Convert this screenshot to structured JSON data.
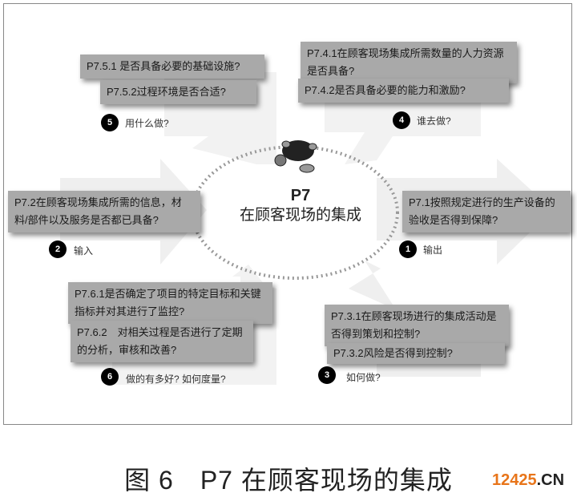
{
  "center": {
    "code": "P7",
    "title": "在顾客现场的集成"
  },
  "steps": [
    {
      "num": "1",
      "label": "输出",
      "items": [
        "P7.1按照规定进行的生产设备的验收是否得到保障?"
      ]
    },
    {
      "num": "2",
      "label": "输入",
      "items": [
        "P7.2在顾客现场集成所需的信息，材料/部件以及服务是否都已具备?"
      ]
    },
    {
      "num": "3",
      "label": "如何做?",
      "items": [
        "P7.3.1在顾客现场进行的集成活动是否得到策划和控制?",
        "P7.3.2风险是否得到控制?"
      ]
    },
    {
      "num": "4",
      "label": "谁去做?",
      "items": [
        "P7.4.1在顾客现场集成所需数量的人力资源是否具备?",
        "P7.4.2是否具备必要的能力和激励?"
      ]
    },
    {
      "num": "5",
      "label": "用什么做?",
      "items": [
        "P7.5.1 是否具备必要的基础设施?",
        "P7.5.2过程环境是否合适?"
      ]
    },
    {
      "num": "6",
      "label": "做的有多好? 如何度量?",
      "items": [
        "P7.6.1是否确定了项目的特定目标和关键指标并对其进行了监控?",
        "P7.6.2　对相关过程是否进行了定期的分析，审核和改善?"
      ]
    }
  ],
  "caption": "图 6　P7 在顾客现场的集成",
  "watermark": {
    "num": "12425",
    "suffix": ".CN"
  }
}
